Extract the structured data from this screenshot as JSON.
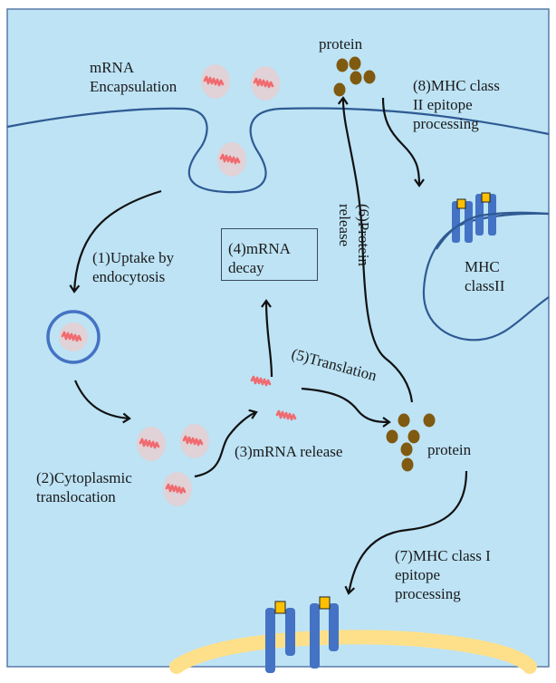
{
  "colors": {
    "background": "#bde3f5",
    "frame": "#5a7aa8",
    "membrane": "#2f5a93",
    "mhc": "#4472c4",
    "epitope": "#ffc000",
    "er": "#ffe08a",
    "protein": "#7f5a10",
    "mrna": "#f06a6f",
    "lnp": "#e0d2d6",
    "arrow": "#111111",
    "text": "#1a1a1a"
  },
  "labels": {
    "encapsulation": "mRNA\nEncapsulation",
    "protein_top": "protein",
    "step8": "(8)MHC class\nII epitope\nprocessing",
    "step6": "(6)Protein\nrelease",
    "mhc2": "MHC\nclassII",
    "step1": "(1)Uptake by\nendocytosis",
    "step4": "(4)mRNA\ndecay",
    "step5": "(5)Translation",
    "step3": "(3)mRNA release",
    "step2": "(2)Cytoplasmic\ntranslocation",
    "protein_mid": "protein",
    "step7": "(7)MHC class I\nepitope\nprocessing"
  }
}
